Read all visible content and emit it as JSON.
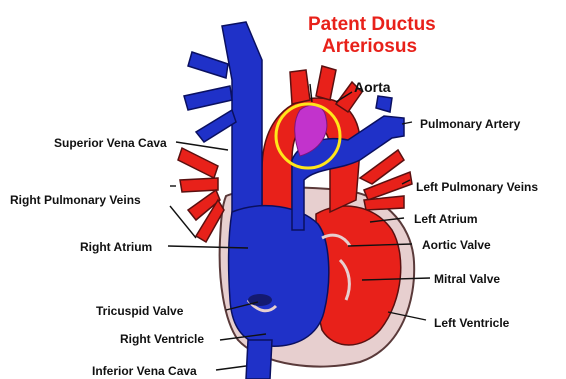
{
  "title": {
    "line1": "Patent Ductus",
    "line2": "Arteriosus",
    "color": "#e8211a"
  },
  "labels": {
    "aorta": "Aorta",
    "pulmonary_artery": "Pulmonary Artery",
    "superior_vena_cava": "Superior Vena Cava",
    "left_pulmonary_veins": "Left Pulmonary Veins",
    "right_pulmonary_veins": "Right Pulmonary Veins",
    "left_atrium": "Left Atrium",
    "right_atrium": "Right Atrium",
    "aortic_valve": "Aortic Valve",
    "mitral_valve": "Mitral Valve",
    "tricuspid_valve": "Tricuspid Valve",
    "left_ventricle": "Left Ventricle",
    "right_ventricle": "Right Ventricle",
    "inferior_vena_cava": "Inferior Vena Cava"
  },
  "colors": {
    "oxygenated_red": "#e8211a",
    "deoxygenated_blue": "#1f31c8",
    "heart_wall": "#e7cfcf",
    "highlight_ring": "#ffe61a",
    "ductus_magenta": "#c233cc"
  }
}
